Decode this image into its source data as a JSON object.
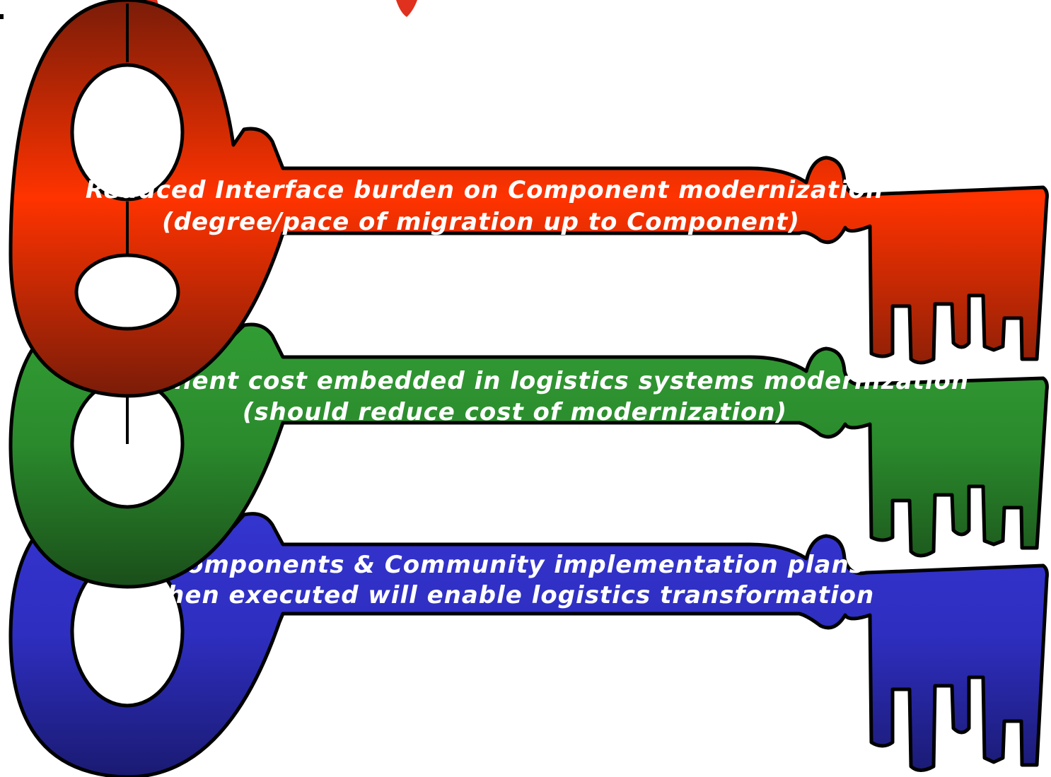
{
  "colors": {
    "outline": "#000000",
    "hole": "#ffffff",
    "text": "#ffffff",
    "title_fragment": "#e0301e"
  },
  "keys": [
    {
      "id": "blue",
      "line1": "Components & Community implementation plans",
      "line2": "when executed will enable logistics transformation",
      "color_top": "#3535d2",
      "color_mid": "#2e2ec0",
      "color_bottom": "#1a1a72"
    },
    {
      "id": "green",
      "line1": "Component cost embedded in logistics systems modernization",
      "line2": "(should reduce  cost  of modernization)",
      "color_top": "#33a035",
      "color_mid": "#2a8a2c",
      "color_bottom": "#1a4e1a"
    },
    {
      "id": "red",
      "line1": "Reduced Interface burden on Component modernization",
      "line2": "(degree/pace of migration up to Component)",
      "color_top": "#7a1c08",
      "color_mid": "#ff3300",
      "color_bottom": "#7a1c08"
    }
  ]
}
